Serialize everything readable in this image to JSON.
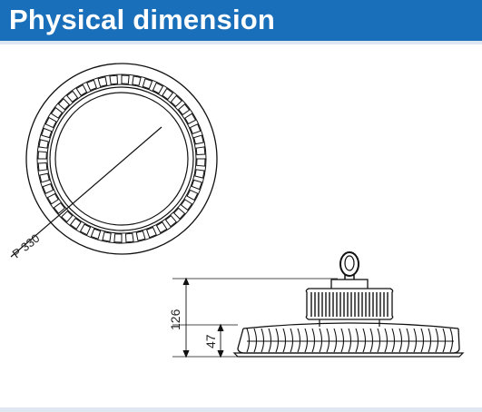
{
  "header": {
    "title": "Physical dimension",
    "background_color": "#1a6fba",
    "text_color": "#ffffff"
  },
  "top_view": {
    "diameter_label": "P 330"
  },
  "side_view": {
    "total_height_label": "126",
    "base_height_label": "47"
  },
  "colors": {
    "line": "#111111"
  }
}
